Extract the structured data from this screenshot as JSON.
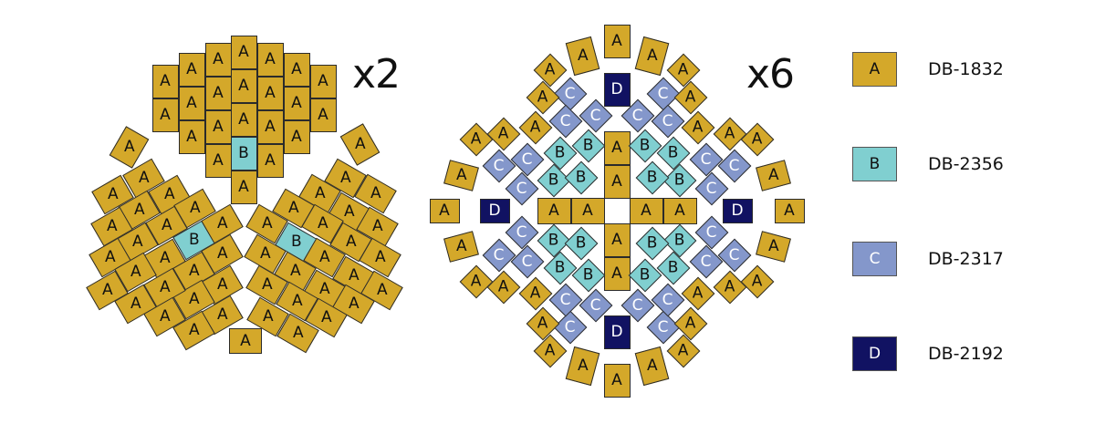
{
  "legend": [
    {
      "key": "A",
      "code": "DB-1832",
      "color": "#d4a82a"
    },
    {
      "key": "B",
      "code": "DB-2356",
      "color": "#80cfd0"
    },
    {
      "key": "C",
      "code": "DB-2317",
      "color": "#8497cb"
    },
    {
      "key": "D",
      "code": "DB-2192",
      "color": "#111262"
    }
  ],
  "left_flower": {
    "multiplier": "x2",
    "tile_counts": {
      "A": 74,
      "B": 3
    }
  },
  "right_flower": {
    "multiplier": "x6",
    "tile_counts": {
      "A": 44,
      "B": 16,
      "C": 24,
      "D": 4
    }
  }
}
